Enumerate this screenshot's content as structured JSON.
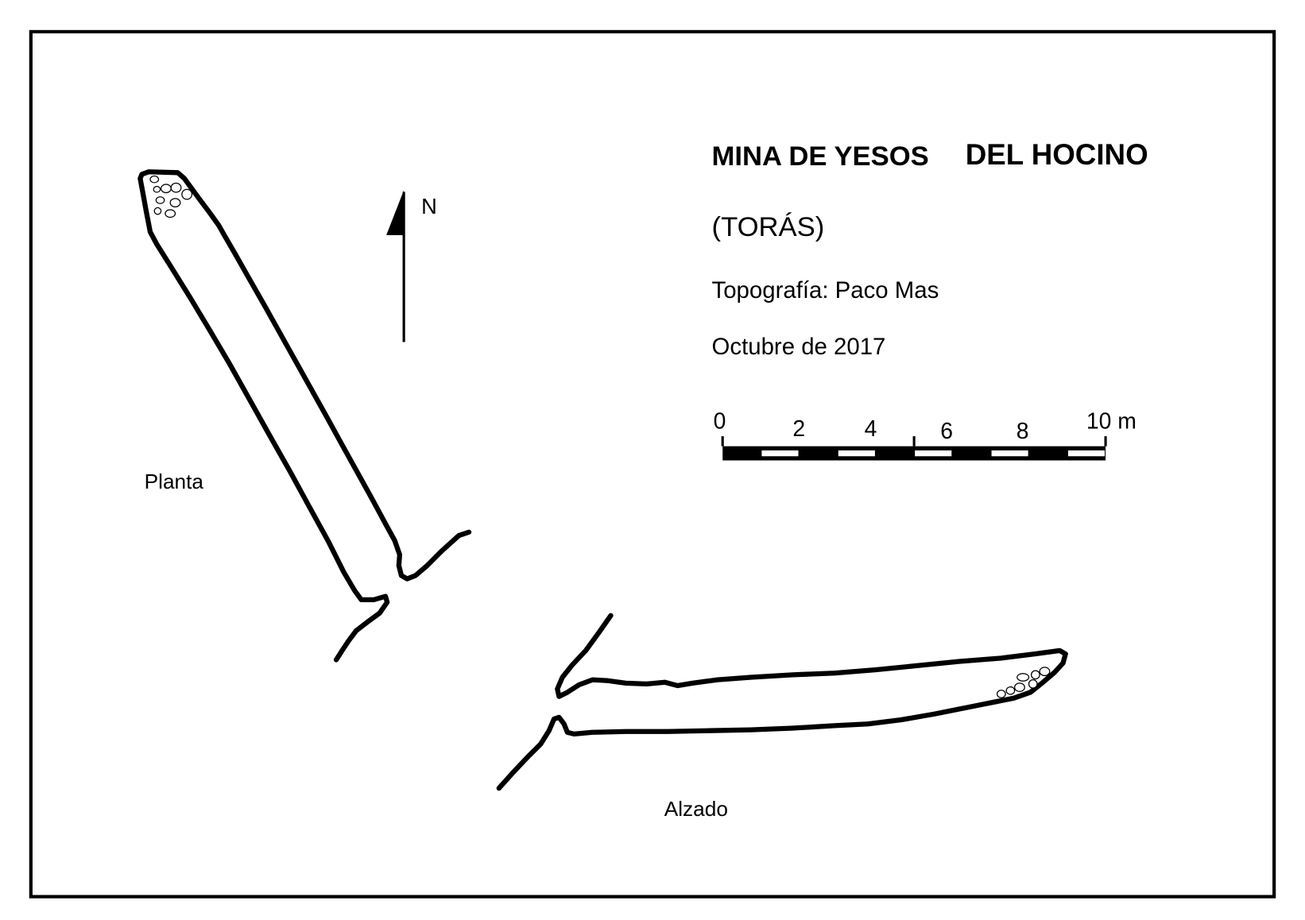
{
  "title": {
    "part1": "MINA DE YESOS",
    "part2": "DEL HOCINO"
  },
  "subtitle": "(TORÁS)",
  "credits": "Topografía: Paco Mas",
  "date": "Octubre de 2017",
  "north_label": "N",
  "views": {
    "plan": "Planta",
    "elevation": "Alzado"
  },
  "scale_bar": {
    "labels": [
      "0",
      "2",
      "4",
      "6",
      "8",
      "10 m"
    ],
    "length_m": 10
  },
  "colors": {
    "ink": "#000000",
    "paper": "#ffffff"
  }
}
